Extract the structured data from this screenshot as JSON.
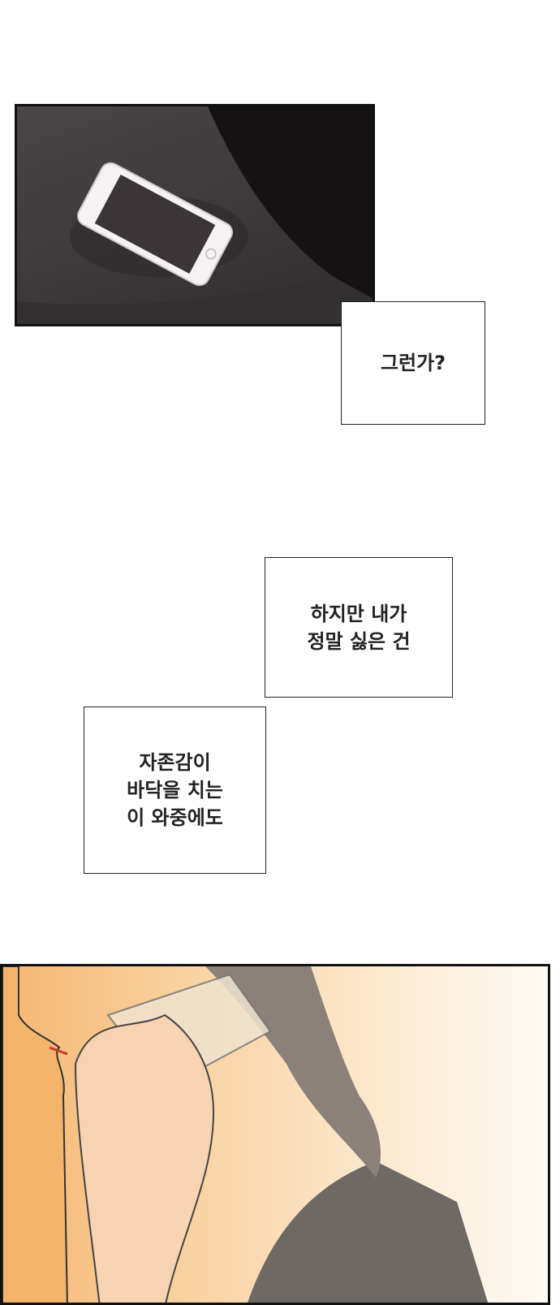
{
  "panels": [
    {
      "name": "phone-on-seat-panel"
    },
    {
      "name": "phone-call-panel"
    }
  ],
  "captions": {
    "box1": [
      "그런가?"
    ],
    "box2": [
      "하지만 내가",
      "정말 싫은 건"
    ],
    "box3": [
      "자존감이",
      "바닥을 치는",
      "이 와중에도"
    ]
  },
  "colors": {
    "dark_panel": "#3d3a3b",
    "warm_panel": "#f8cf9c",
    "text": "#222222"
  }
}
